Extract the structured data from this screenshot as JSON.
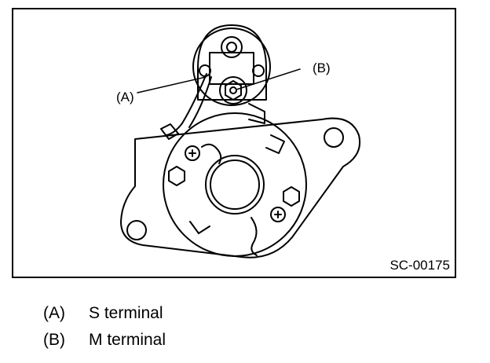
{
  "figure": {
    "callout_a": "(A)",
    "callout_b": "(B)",
    "code": "SC-00175"
  },
  "legend": [
    {
      "key": "(A)",
      "label": "S terminal"
    },
    {
      "key": "(B)",
      "label": "M terminal"
    }
  ]
}
